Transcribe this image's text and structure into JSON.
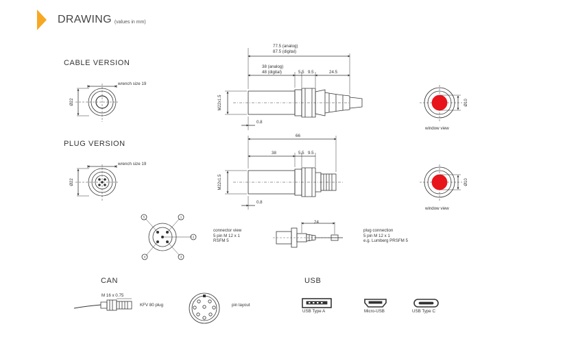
{
  "header": {
    "title": "DRAWING",
    "subtitle": "(values in mm)"
  },
  "colors": {
    "accent": "#f7a823",
    "window": "#e8141c"
  },
  "cable": {
    "section": "CABLE VERSION",
    "wrench": "wrench size 19",
    "front_dim": "Ø22",
    "thread": "M22x1.5",
    "total_analog": "77.5 (analog)",
    "total_digital": "87.5 (digital)",
    "body_analog": "38 (analog)",
    "body_digital": "48 (digital)",
    "d_a": "5.5",
    "d_b": "9.5",
    "d_c": "24.5",
    "flange": "0.8",
    "window_dim": "Ø10",
    "window_label": "window view"
  },
  "plug": {
    "section": "PLUG VERSION",
    "wrench": "wrench size 19",
    "front_dim": "Ø22",
    "thread": "M22x1.5",
    "total": "66",
    "body": "38",
    "d_a": "5.5",
    "d_b": "9.5",
    "flange": "0.8",
    "window_dim": "Ø10",
    "window_label": "window view"
  },
  "connector": {
    "pins": [
      "1",
      "2",
      "3",
      "4",
      "5"
    ],
    "view_lines": [
      "connector view",
      "5 pin M 12 x 1",
      "RSFM 5"
    ],
    "length": "24",
    "plug_lines": [
      "plug connection",
      "5 pin M 12 x 1",
      "e.g. Lumberg PRSFM 5"
    ]
  },
  "can": {
    "section": "CAN",
    "thread": "M 16 x 0.75",
    "plug_label": "KFV 80 plug",
    "pin_label": "pin layout"
  },
  "usb": {
    "section": "USB",
    "type_a": "USB Type A",
    "micro": "Micro-USB",
    "type_c": "USB Type C"
  }
}
